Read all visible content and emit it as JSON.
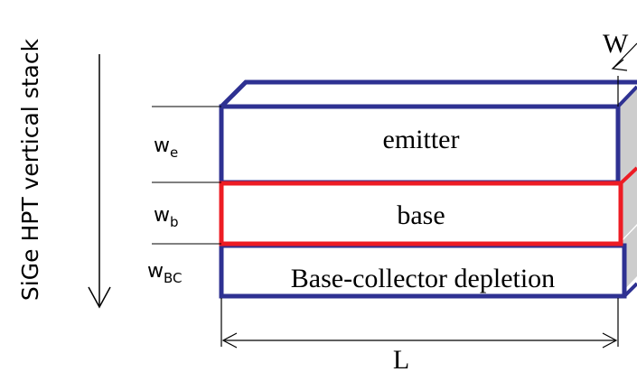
{
  "side_label": "SiGe HPT vertical stack",
  "layers": {
    "emitter": {
      "label": "emitter",
      "outline_color": "#2e3192"
    },
    "base": {
      "label": "base",
      "outline_color": "#ed1c24"
    },
    "bc_depletion": {
      "label": "Base-collector depletion",
      "outline_color": "#2e3192"
    }
  },
  "thickness_labels": {
    "we": {
      "main": "w",
      "sub": "e"
    },
    "wb": {
      "main": "w",
      "sub": "b"
    },
    "wbc": {
      "main": "w",
      "sub": "BC"
    }
  },
  "dimensions": {
    "length": "L",
    "width": "W"
  },
  "colors": {
    "side_face": "#cdcdcd",
    "leader_lines": "#000000"
  }
}
